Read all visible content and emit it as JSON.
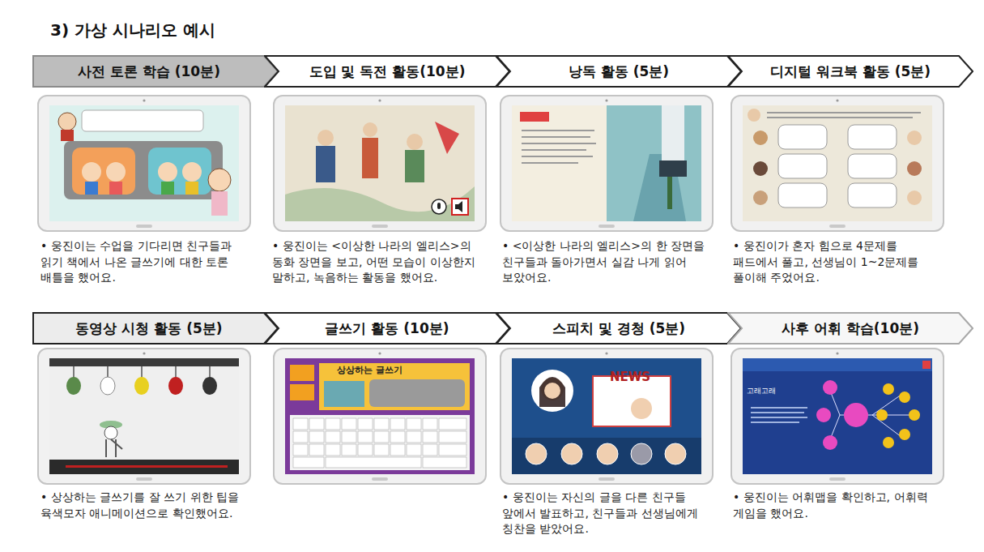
{
  "diagram": {
    "title": "3) 가상 시나리오 예시",
    "nodes": [
      {
        "text": [
          "사전 토론 학습 (10분)"
        ]
      },
      {
        "text": [
          "도입 및 독전 활동(10분)"
        ]
      },
      {
        "text": [
          "낭독 활동 (5분)"
        ]
      },
      {
        "text": [
          "디지털 워크북 활동 (5분)"
        ]
      },
      {
        "text": [
          "동영상 시청 활동 (5분)"
        ]
      },
      {
        "text": [
          "글쓰기 활동 (10분)"
        ]
      },
      {
        "text": [
          "스피치 및 경청 (5분)"
        ]
      },
      {
        "text": [
          "사후 어휘 학습(10분)"
        ]
      }
    ],
    "labels": [
      "• 웅진이는 수업을 기다리면 친구들과 읽기 책에서 나온 글쓰기에 대한 토론 배틀을 했어요.",
      "• 웅진이는 <이상한 나라의 엘리스>의 동화 장면을 보고, 어떤 모습이 이상한지 말하고, 녹음하는 활동을 했어요.",
      "• <이상한 나라의 엘리스>의 한 장면을 친구들과 돌아가면서 실감 나게 읽어 보았어요.",
      "• 웅진이가 혼자 힘으로 4문제를 패드에서 풀고, 선생님이 1~2문제를 풀이해 주었어요.",
      "상상하는 글쓰기",
      "NEWS",
      "고래고래",
      "• 상상하는 글쓰기를 잘 쓰기 위한 팁을 육색모자 애니메이션으로 확인했어요.",
      "• 웅진이는 자신의 글을 다른 친구들 앞에서 발표하고, 친구들과 선생님에게 칭찬을 받았어요.",
      "• 웅진이는 어휘맵을 확인하고, 어휘력 게임을 했어요."
    ]
  }
}
